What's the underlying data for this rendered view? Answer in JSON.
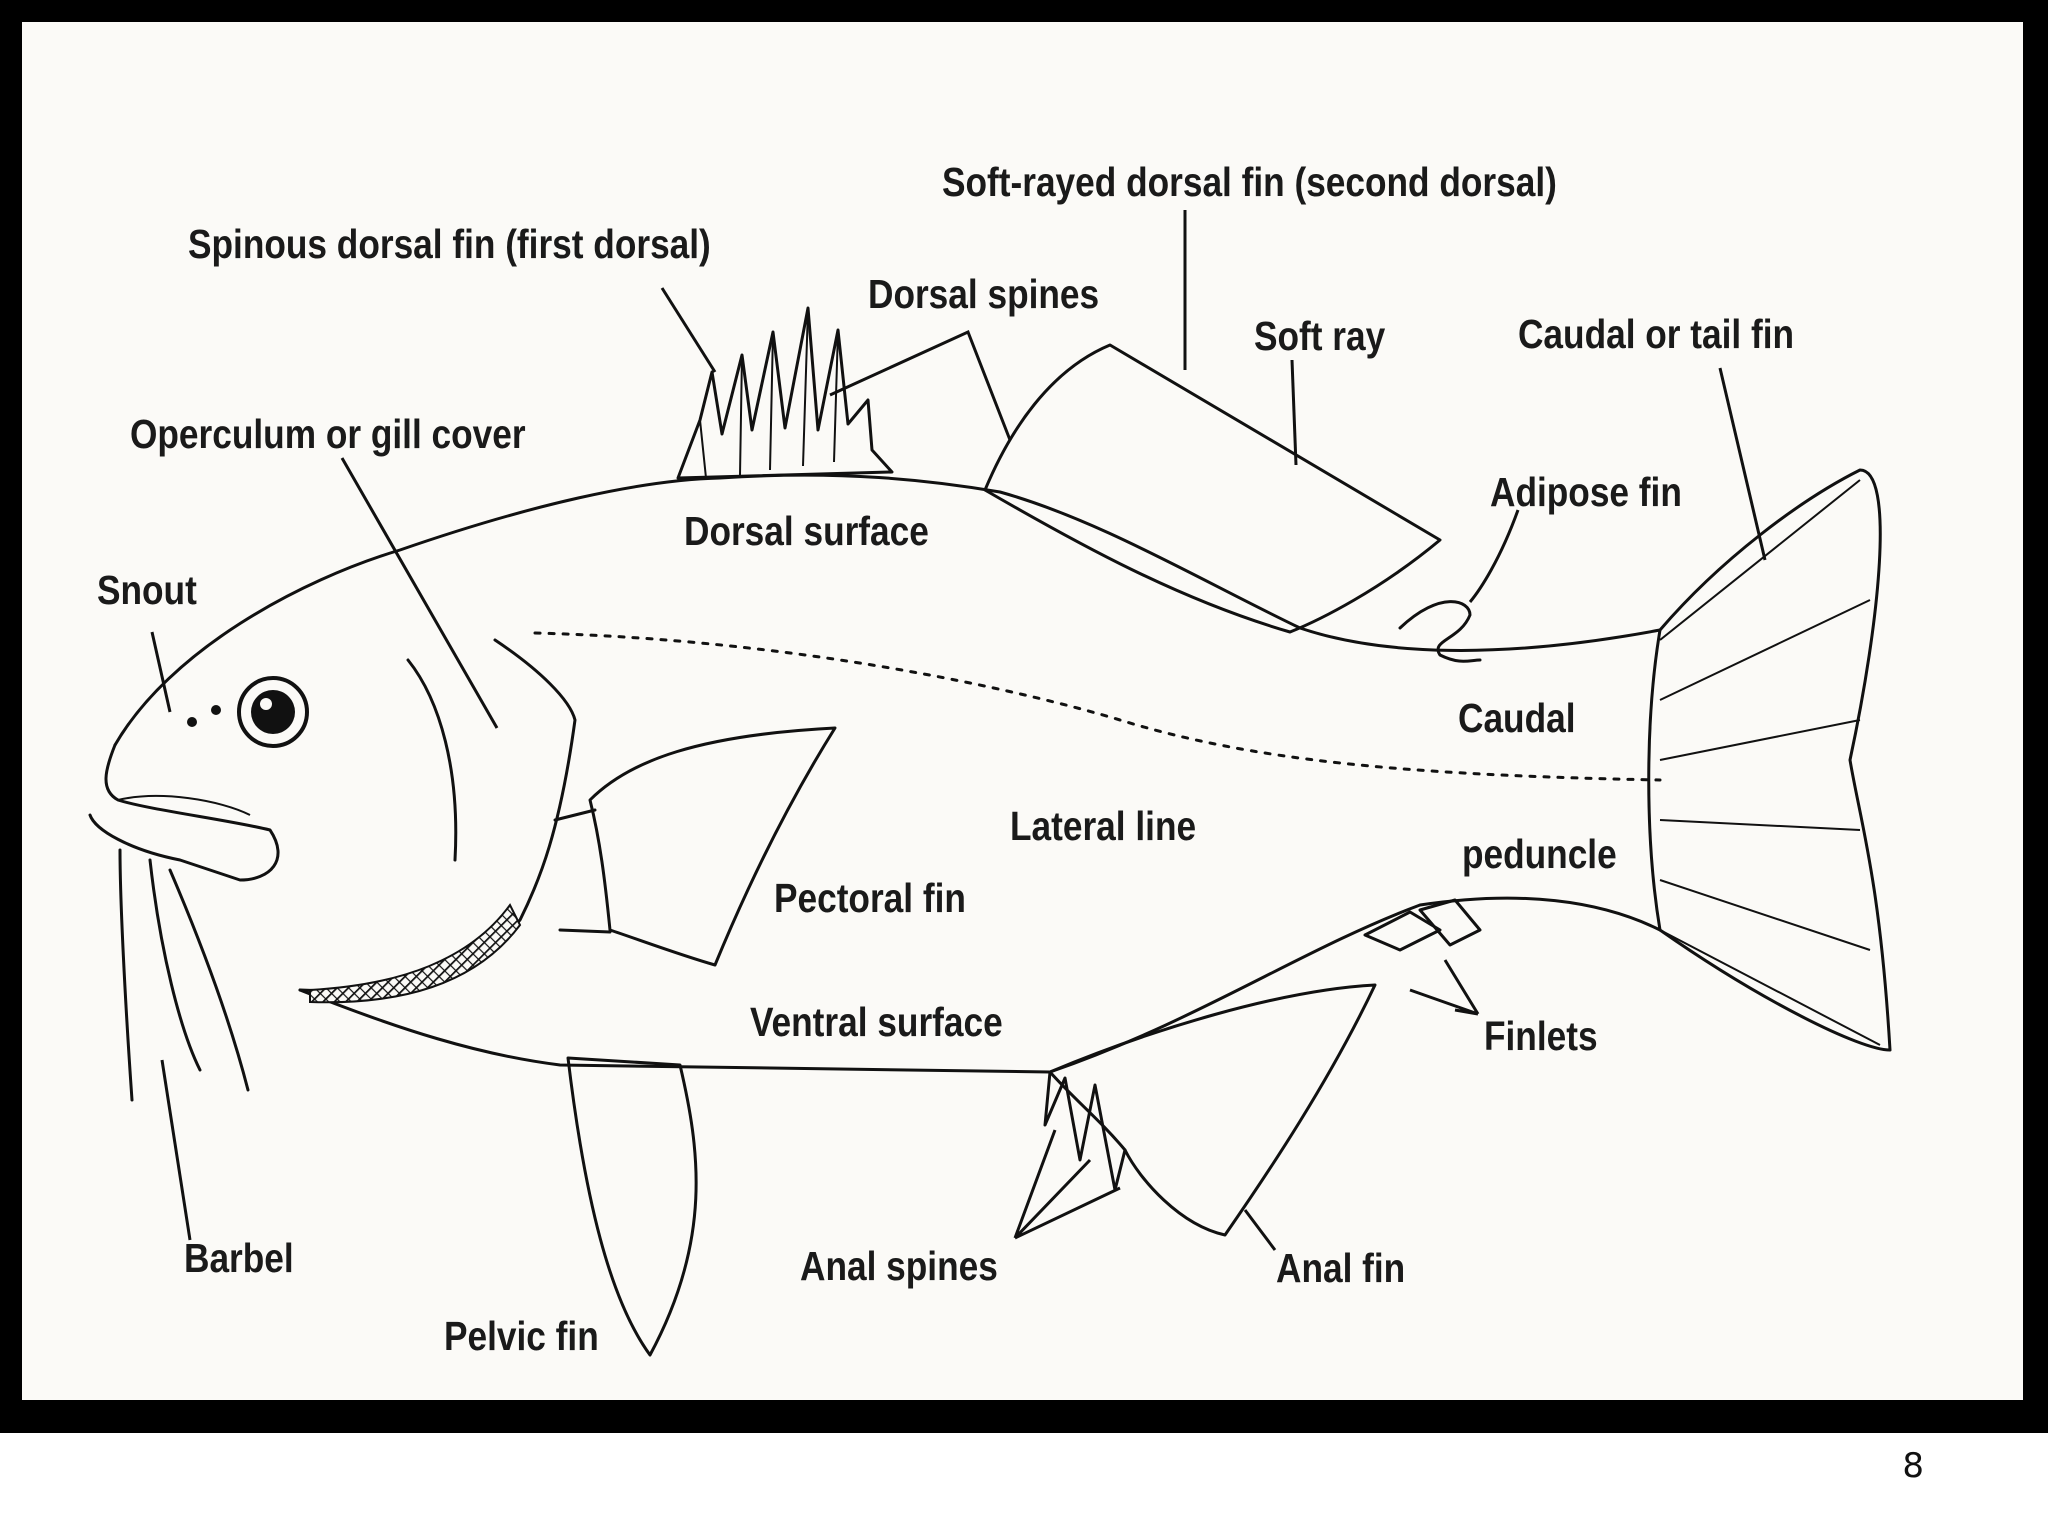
{
  "labels": {
    "soft_rayed_dorsal": "Soft-rayed dorsal fin (second dorsal)",
    "spinous_dorsal": "Spinous dorsal fin (first dorsal)",
    "dorsal_spines": "Dorsal spines",
    "soft_ray": "Soft ray",
    "caudal_tail_fin": "Caudal or tail fin",
    "operculum": "Operculum or gill cover",
    "adipose_fin": "Adipose fin",
    "dorsal_surface": "Dorsal surface",
    "snout": "Snout",
    "caudal": "Caudal",
    "lateral_line": "Lateral line",
    "peduncle": "peduncle",
    "pectoral_fin": "Pectoral fin",
    "ventral_surface": "Ventral surface",
    "finlets": "Finlets",
    "barbel": "Barbel",
    "anal_spines": "Anal spines",
    "anal_fin": "Anal fin",
    "pelvic_fin": "Pelvic fin"
  },
  "page_number": "8"
}
